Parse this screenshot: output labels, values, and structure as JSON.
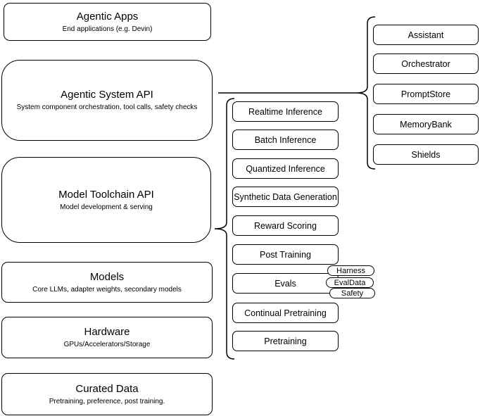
{
  "diagram": {
    "stack": [
      {
        "title": "Agentic Apps",
        "subtitle": "End applications (e.g. Devin)"
      },
      {
        "title": "Agentic System API",
        "subtitle": "System component orchestration, tool calls, safety checks"
      },
      {
        "title": "Model Toolchain API",
        "subtitle": "Model development & serving"
      },
      {
        "title": "Models",
        "subtitle": "Core LLMs, adapter weights, secondary models"
      },
      {
        "title": "Hardware",
        "subtitle": "GPUs/Accelerators/Storage"
      },
      {
        "title": "Curated Data",
        "subtitle": "Pretraining, preference, post training."
      }
    ],
    "toolchain": {
      "items": [
        "Realtime Inference",
        "Batch Inference",
        "Quantized Inference",
        "Synthetic Data Generation",
        "Reward Scoring",
        "Post Training",
        "Evals",
        "Continual Pretraining",
        "Pretraining"
      ]
    },
    "eval_tags": [
      "Harness",
      "EvalData",
      "Safety"
    ],
    "components": [
      "Assistant",
      "Orchestrator",
      "PromptStore",
      "MemoryBank",
      "Shields"
    ],
    "colors": {
      "stroke": "#000000",
      "fill": "#ffffff",
      "text": "#000000"
    }
  }
}
